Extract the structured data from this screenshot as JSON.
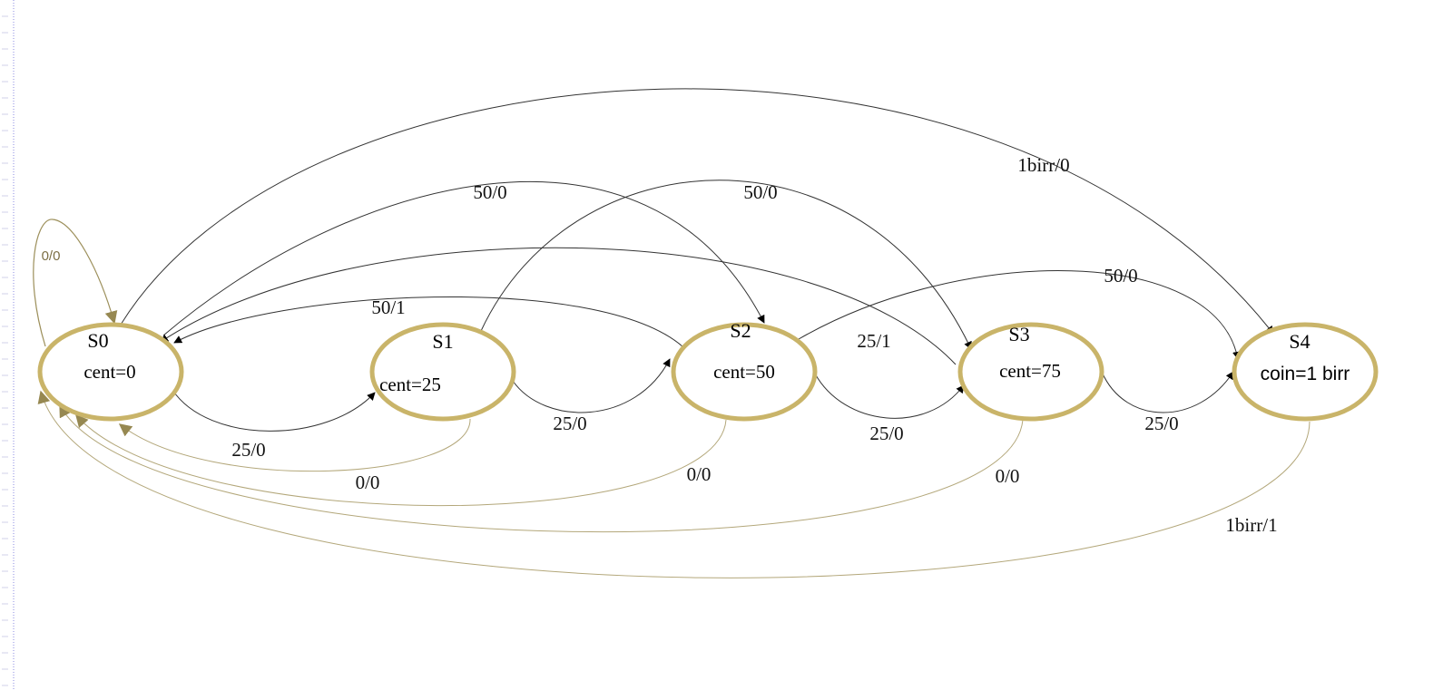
{
  "states": [
    {
      "id": "S0",
      "name": "S0",
      "value": "cent=0"
    },
    {
      "id": "S1",
      "name": "S1",
      "value": "cent=25"
    },
    {
      "id": "S2",
      "name": "S2",
      "value": "cent=50"
    },
    {
      "id": "S3",
      "name": "S3",
      "value": "cent=75"
    },
    {
      "id": "S4",
      "name": "S4",
      "value": "coin=1 birr"
    }
  ],
  "transitions": [
    {
      "from": "S0",
      "to": "S0",
      "label": "0/0"
    },
    {
      "from": "S0",
      "to": "S1",
      "label": "25/0"
    },
    {
      "from": "S1",
      "to": "S2",
      "label": "25/0"
    },
    {
      "from": "S2",
      "to": "S3",
      "label": "25/0"
    },
    {
      "from": "S3",
      "to": "S4",
      "label": "25/0"
    },
    {
      "from": "S0",
      "to": "S2",
      "label": "50/0"
    },
    {
      "from": "S1",
      "to": "S3",
      "label": "50/0"
    },
    {
      "from": "S2",
      "to": "S4",
      "label": "50/0"
    },
    {
      "from": "S2",
      "to": "S0",
      "label": "50/1"
    },
    {
      "from": "S3",
      "to": "S0",
      "label": "25/1"
    },
    {
      "from": "S0",
      "to": "S4",
      "label": "1birr/0"
    },
    {
      "from": "S1",
      "to": "S0",
      "label": "0/0"
    },
    {
      "from": "S2",
      "to": "S0",
      "label": "0/0"
    },
    {
      "from": "S3",
      "to": "S0",
      "label": "0/0"
    },
    {
      "from": "S4",
      "to": "S0",
      "label": "1birr/1"
    }
  ],
  "colors": {
    "state_border": "#c9b469",
    "edge_dark": "#333333",
    "edge_return": "#b3a77a",
    "arrow_return": "#9c8f5a"
  }
}
